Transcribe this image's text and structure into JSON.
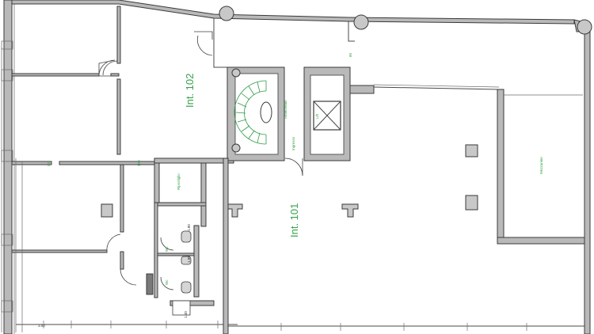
{
  "plan": {
    "units": [
      {
        "id": "int-101",
        "label": "Int. 101"
      },
      {
        "id": "int-102",
        "label": "Int. 102"
      }
    ],
    "small_labels": {
      "stair_label": "Antincendio",
      "entrance_label": "Ingresso",
      "lift_label": "Lift",
      "mezzanine_label": "Mezzanine",
      "closet_label": "Ripostiglio",
      "wc_label_1": "Wc",
      "wc_label_2": "Wc"
    },
    "dimension_labels": {
      "door_code_1": "80",
      "door_code_2": "100",
      "door_code_3": "80",
      "height_1": "1.80",
      "height_2": "1.80",
      "height_3": "1.40",
      "base_dim": "3.00"
    },
    "colors": {
      "label_green": "#35a34a",
      "wall_fill": "#b9b9b9",
      "line": "#3a3a3a"
    }
  }
}
